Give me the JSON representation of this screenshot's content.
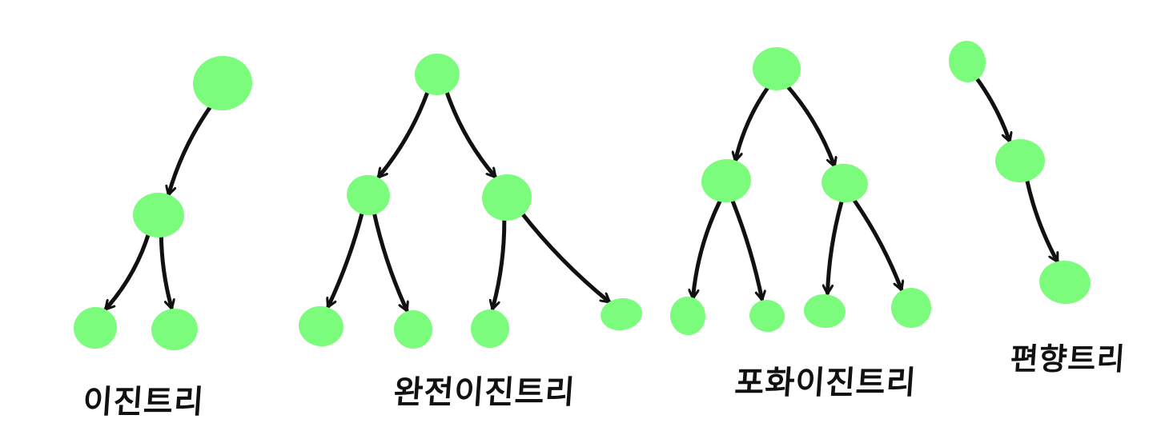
{
  "colors": {
    "node": "#7cfc7c",
    "edge": "#111111",
    "caption": "#111111"
  },
  "trees": [
    {
      "caption": "이진트리",
      "nodes": [
        "root",
        "child",
        "left-leaf",
        "right-leaf"
      ],
      "edges": [
        [
          "root",
          "child"
        ],
        [
          "child",
          "left-leaf"
        ],
        [
          "child",
          "right-leaf"
        ]
      ]
    },
    {
      "caption": "완전이진트리",
      "nodes": [
        "root",
        "left",
        "right",
        "left-left",
        "left-right",
        "right-left",
        "right-right"
      ],
      "edges": [
        [
          "root",
          "left"
        ],
        [
          "root",
          "right"
        ],
        [
          "left",
          "left-left"
        ],
        [
          "left",
          "left-right"
        ],
        [
          "right",
          "right-left"
        ],
        [
          "right",
          "right-right"
        ]
      ]
    },
    {
      "caption": "포화이진트리",
      "nodes": [
        "root",
        "left",
        "right",
        "left-left",
        "left-right",
        "right-left",
        "right-right"
      ],
      "edges": [
        [
          "root",
          "left"
        ],
        [
          "root",
          "right"
        ],
        [
          "left",
          "left-left"
        ],
        [
          "left",
          "left-right"
        ],
        [
          "right",
          "right-left"
        ],
        [
          "right",
          "right-right"
        ]
      ]
    },
    {
      "caption": "편향트리",
      "nodes": [
        "root",
        "middle",
        "bottom"
      ],
      "edges": [
        [
          "root",
          "middle"
        ],
        [
          "middle",
          "bottom"
        ]
      ]
    }
  ]
}
